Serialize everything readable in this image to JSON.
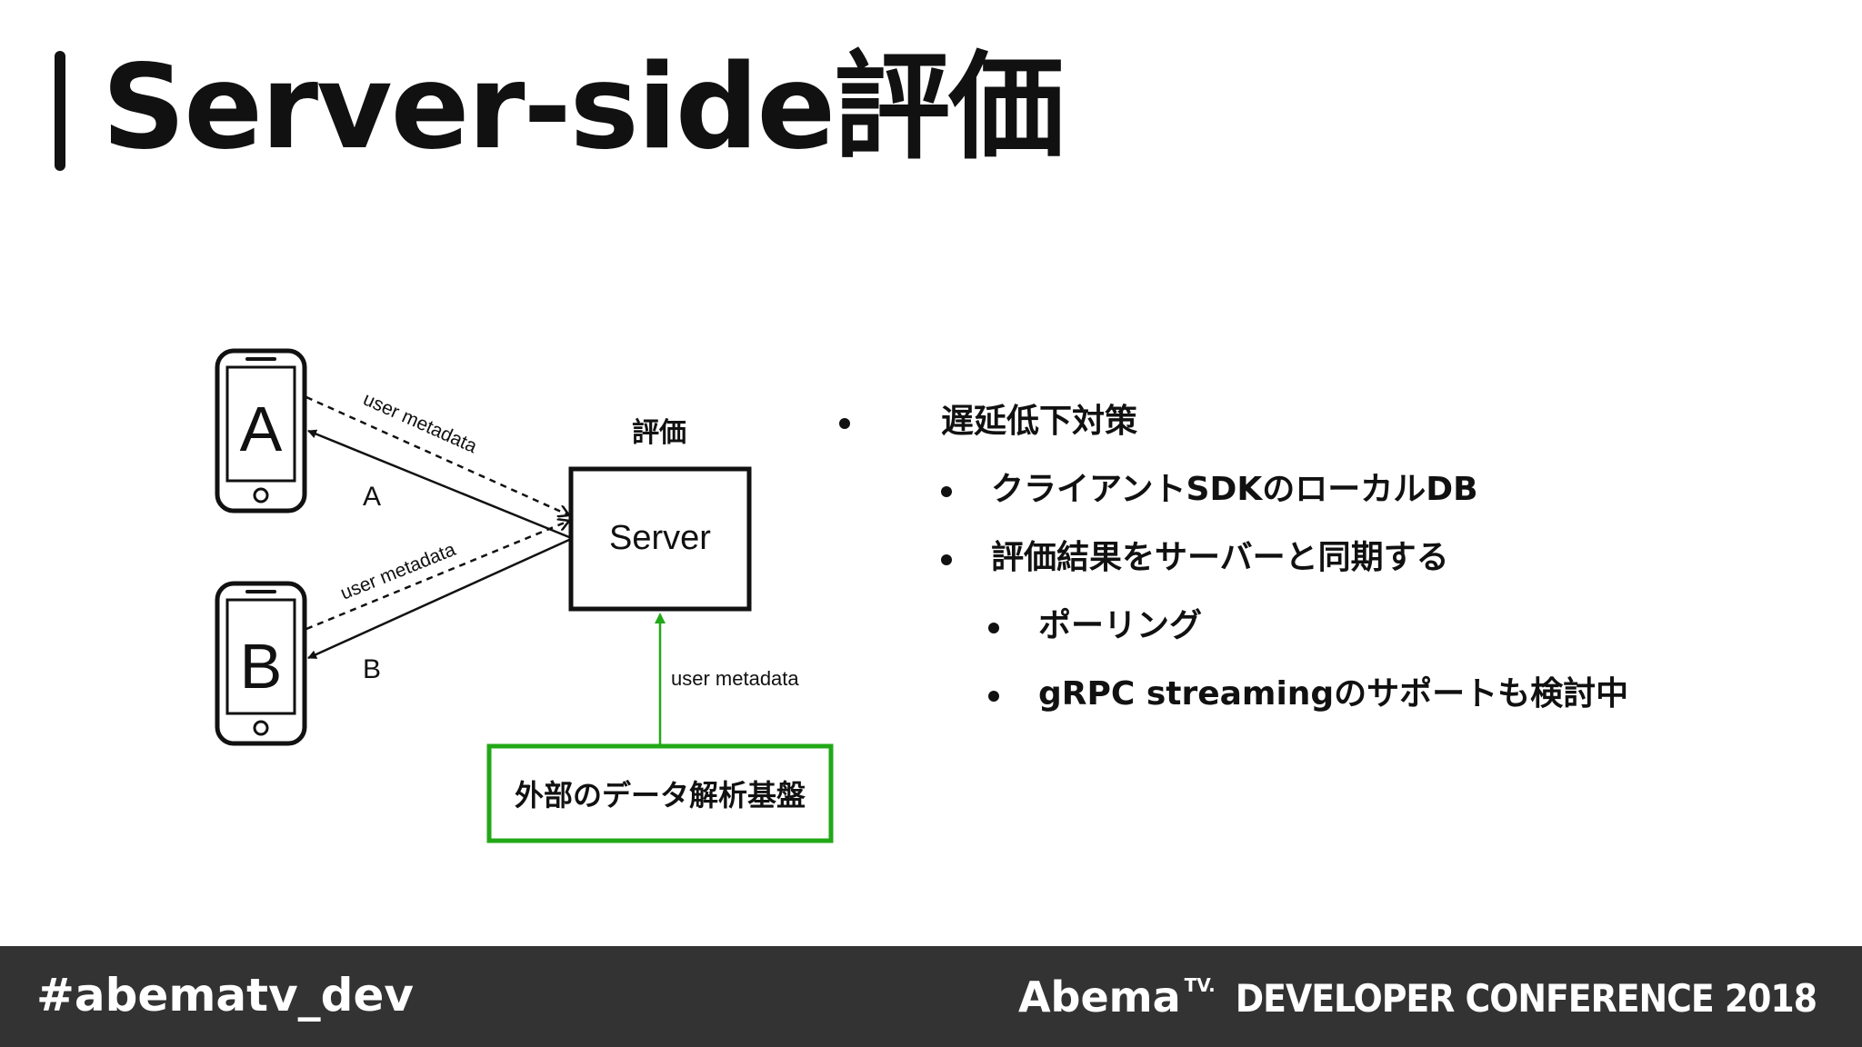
{
  "slide": {
    "title": "Server-side評価"
  },
  "diagram": {
    "phone_a_letter": "A",
    "phone_b_letter": "B",
    "arrow_a_label": "A",
    "arrow_b_label": "B",
    "dashed_a_label": "user metadata",
    "dashed_b_label": "user metadata",
    "server_header": "評価",
    "server_label": "Server",
    "external_label": "外部のデータ解析基盤",
    "external_arrow_label": "user metadata",
    "colors": {
      "stroke": "#111111",
      "external": "#22a817"
    }
  },
  "bullets": [
    {
      "level": 0,
      "text": "遅延低下対策"
    },
    {
      "level": 1,
      "text": "クライアントSDKのローカルDB"
    },
    {
      "level": 1,
      "text": "評価結果をサーバーと同期する"
    },
    {
      "level": 2,
      "text": "ポーリング"
    },
    {
      "level": 2,
      "text": "gRPC streamingのサポートも検討中"
    }
  ],
  "footer": {
    "hashtag": "#abematv_dev",
    "brand_logo": "Abema",
    "brand_tv": "TV.",
    "conference": "DEVELOPER CONFERENCE 2018"
  }
}
